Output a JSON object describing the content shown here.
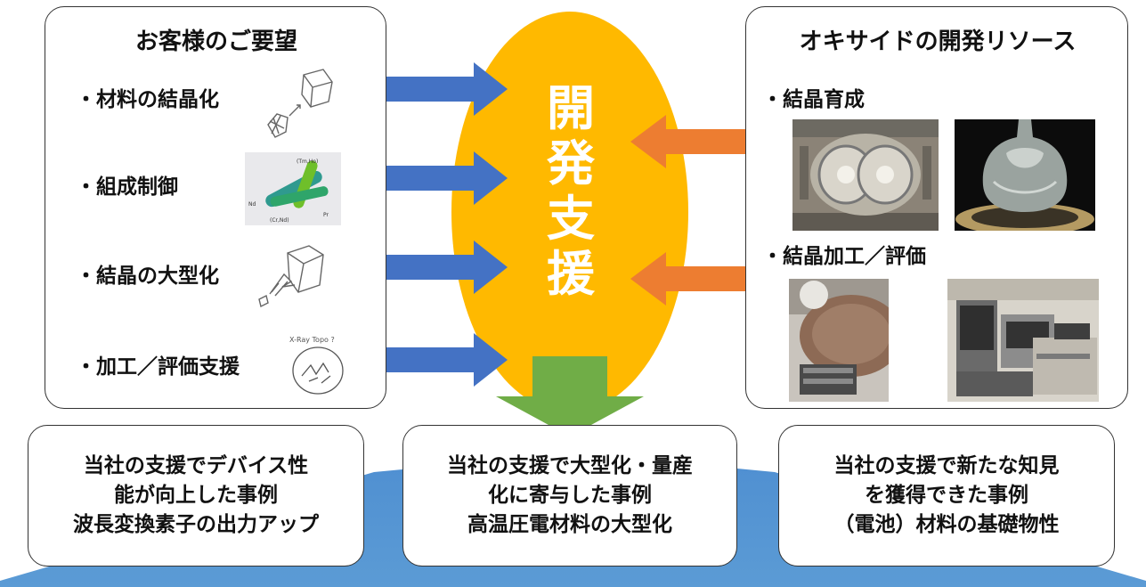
{
  "customer_panel": {
    "title": "お客様のご要望",
    "items": [
      "・材料の結晶化",
      "・組成制御",
      "・結晶の大型化",
      "・加工／評価支援"
    ]
  },
  "resource_panel": {
    "title": "オキサイドの開発リソース",
    "items": [
      "・結晶育成",
      "・結晶加工／評価"
    ]
  },
  "center": {
    "chars": [
      "開",
      "発",
      "支",
      "援"
    ]
  },
  "illustrations": {
    "composition_labels": [
      "(Tm,Ho)",
      "Nd",
      "(Cr,Nd)",
      "Pr"
    ],
    "xray_label": "X-Ray Topo ?"
  },
  "results": [
    {
      "lines": [
        "当社の支援でデバイス性",
        "能が向上した事例",
        "波長変換素子の出力アップ"
      ]
    },
    {
      "lines": [
        "当社の支援で大型化・量産",
        "化に寄与した事例",
        "高温圧電材料の大型化"
      ]
    },
    {
      "lines": [
        "当社の支援で新たな知見",
        "を獲得できた事例",
        "（電池）材料の基礎物性"
      ]
    }
  ],
  "colors": {
    "ellipse": "#FFB900",
    "blue_arrow": "#4472C4",
    "orange_arrow": "#ED7D31",
    "green_arrow": "#70AD47",
    "base_band": "#5B9BD5"
  }
}
